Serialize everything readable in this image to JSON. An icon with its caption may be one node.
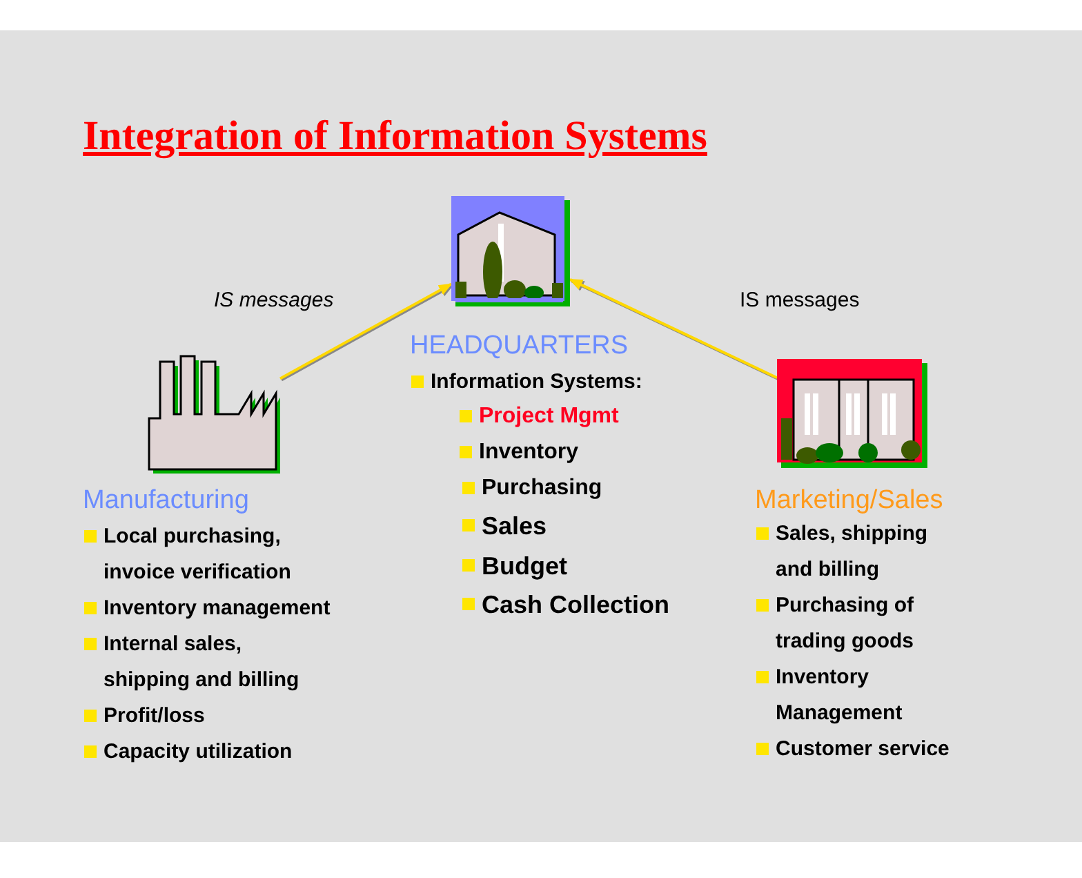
{
  "diagram": {
    "title": "Integration of Information Systems",
    "nodes": [
      {
        "text": [],
        "shape": "picture",
        "beside": [
          "HEADQUARTERS",
          "Information Systems:",
          "Project Mgmt",
          "Inventory",
          "Purchasing",
          "Sales",
          "Budget",
          "Cash Collection"
        ]
      },
      {
        "text": [],
        "shape": "picture",
        "beside": [
          "Manufacturing",
          "Local purchasing, invoice verification",
          "Inventory management",
          "Internal sales, shipping and billing",
          "Profit/loss",
          "Capacity utilization"
        ]
      },
      {
        "text": [],
        "shape": "picture",
        "beside": [
          "Marketing/Sales",
          "Sales, shipping and billing",
          "Purchasing of trading goods",
          "Inventory Management",
          "Customer service"
        ]
      }
    ],
    "edges": [
      {
        "from": 1,
        "to": 0,
        "arrow": "to",
        "label": "IS messages"
      },
      {
        "from": 2,
        "to": 0,
        "arrow": "to",
        "label": "IS messages"
      }
    ]
  }
}
